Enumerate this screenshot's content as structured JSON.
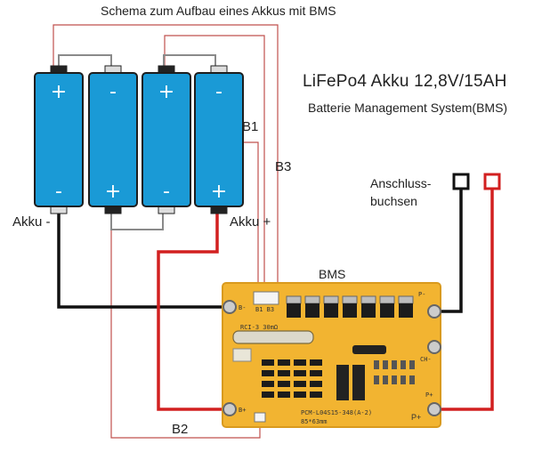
{
  "title": "Schema zum Aufbau eines Akkus mit BMS",
  "heading": "LiFePo4 Akku 12,8V/15AH",
  "subheading": "Batterie Management System(BMS)",
  "labels": {
    "b1": "B1",
    "b3": "B3",
    "b2": "B2",
    "akku_minus": "Akku  -",
    "akku_plus": "Akku  +",
    "bms": "BMS",
    "anschluss_line1": "Anschluss-",
    "anschluss_line2": "buchsen"
  },
  "cells": [
    {
      "top_sign": "+",
      "bottom_sign": "-"
    },
    {
      "top_sign": "-",
      "bottom_sign": "+"
    },
    {
      "top_sign": "+",
      "bottom_sign": "-"
    },
    {
      "top_sign": "-",
      "bottom_sign": "+"
    }
  ],
  "pcb": {
    "pad_b_minus": "B-",
    "pad_p_minus": "P-",
    "pad_ch_minus": "CH-",
    "pad_b_plus": "B+",
    "pad_p_plus": "P+",
    "pad_p_plus_outer": "P+",
    "model": "PCM-L04S15-348(A-2)",
    "size": "85*63mm",
    "rci": "RCI-3 30mΩ",
    "conn": "B1 B3"
  },
  "colors": {
    "cell_fill": "#1a9ad6",
    "cell_stroke": "#1d1d1d",
    "wire_black": "#111111",
    "wire_red": "#d22020",
    "wire_grey": "#8a8a8a",
    "wire_thin_red": "#c0504d",
    "pcb_fill": "#f2b431",
    "pcb_edge": "#d99a1e"
  }
}
